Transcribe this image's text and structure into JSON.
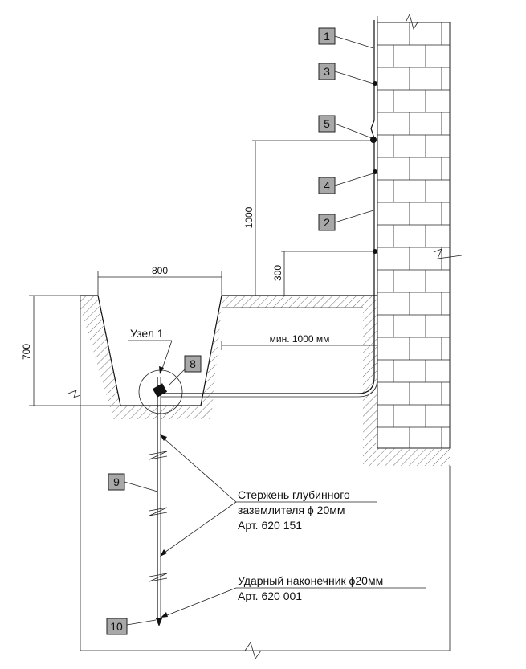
{
  "dimensions": {
    "pit_width": "800",
    "pit_depth": "700",
    "height_upper": "1000",
    "height_lower": "300",
    "min_distance": "мин. 1000 мм"
  },
  "node_label": "Узел 1",
  "tags": [
    "1",
    "3",
    "5",
    "4",
    "2",
    "8",
    "9",
    "10"
  ],
  "rod_note": {
    "line1": "Стержень глубинного",
    "line2": "заземлителя ϕ 20мм",
    "line3": "Арт. 620 151"
  },
  "tip_note": {
    "line1": "Ударный наконечник ϕ20мм",
    "line2": "Арт. 620 001"
  },
  "colors": {
    "tag_fill": "#a8a8a8",
    "line": "#111111"
  }
}
